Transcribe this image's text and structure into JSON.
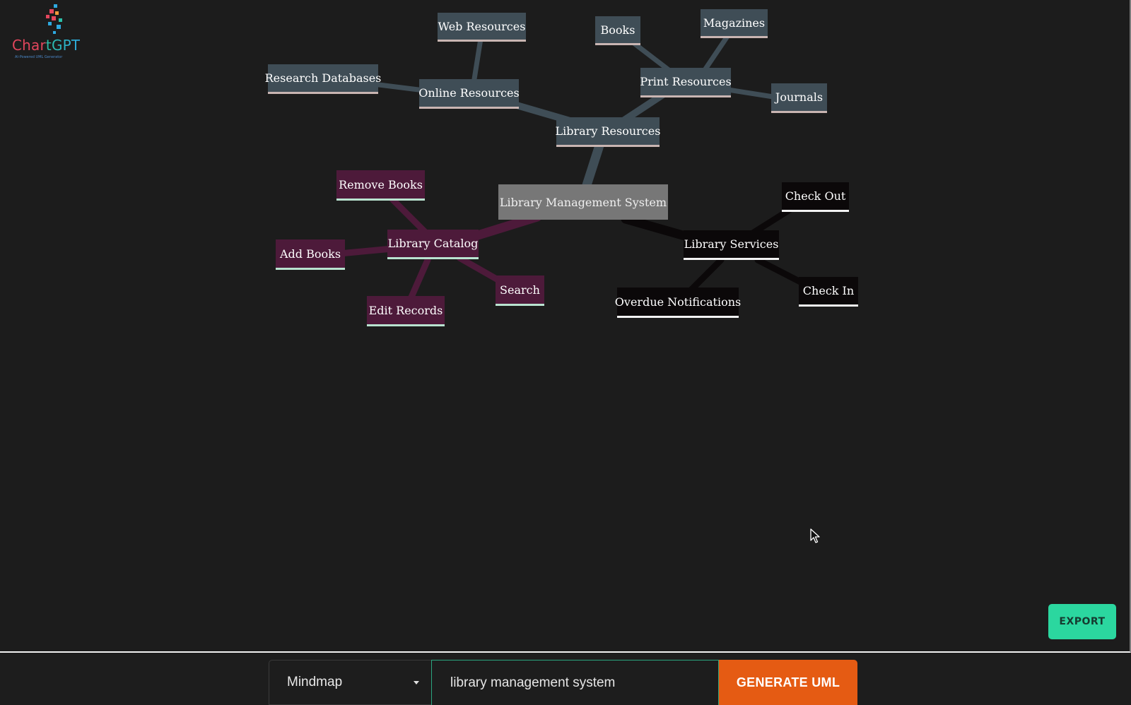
{
  "logo": {
    "name": "ChartGPT",
    "tagline": "AI-Powered UML Generator",
    "colors": {
      "red": "#e4465d",
      "teal": "#2bbfa8",
      "blue": "#2ea9e0"
    }
  },
  "mindmap": {
    "colors": {
      "resources": "#3f4d56",
      "catalog": "#4d1a3a",
      "services": "#0b0809",
      "root": "#777777"
    },
    "root": "Library Management System",
    "library_resources": {
      "label": "Library Resources",
      "online_resources": "Online Resources",
      "web_resources": "Web Resources",
      "research_databases": "Research Databases",
      "print_resources": "Print Resources",
      "books": "Books",
      "magazines": "Magazines",
      "journals": "Journals"
    },
    "library_catalog": {
      "label": "Library Catalog",
      "remove_books": "Remove Books",
      "add_books": "Add Books",
      "edit_records": "Edit Records",
      "search": "Search"
    },
    "library_services": {
      "label": "Library Services",
      "check_out": "Check Out",
      "check_in": "Check In",
      "overdue_notifications": "Overdue Notifications"
    }
  },
  "export_button": {
    "label": "EXPORT",
    "color": "#2bd79f"
  },
  "toolbar": {
    "diagram_type": "Mindmap",
    "prompt_value": "library management system",
    "generate_label": "GENERATE UML",
    "generate_color": "#e55b13"
  }
}
